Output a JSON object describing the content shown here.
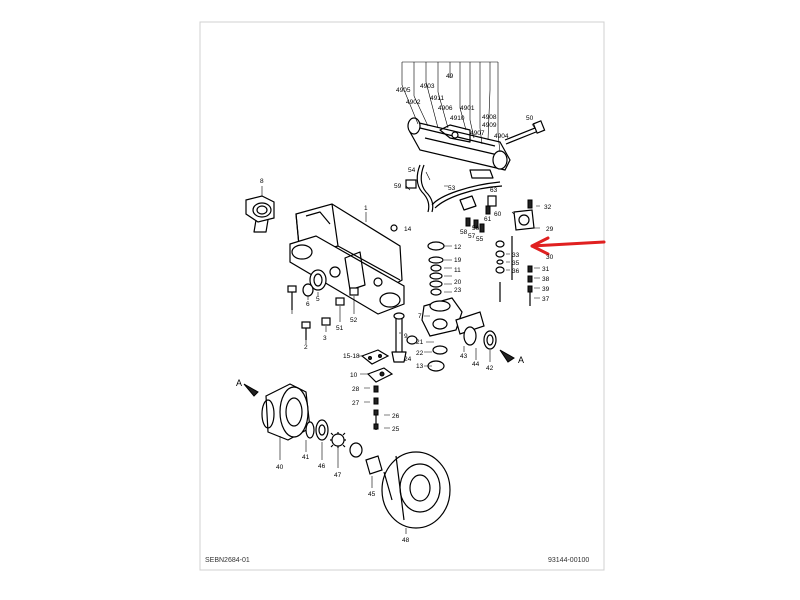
{
  "diagram": {
    "footer_left": "SEBN2684-01",
    "footer_right": "93144-00100",
    "section_marker": "A",
    "pointer_arrow_color": "#e02020",
    "labels": {
      "p1": "1",
      "p2": "2",
      "p3": "3",
      "p5": "5",
      "p6": "6",
      "p7": "7",
      "p8": "8",
      "p9": "9",
      "p10": "10",
      "p11": "11",
      "p12": "12",
      "p13": "13",
      "p14": "14",
      "p15_18": "15-18",
      "p19": "19",
      "p20": "20",
      "p21": "21",
      "p22": "22",
      "p23": "23",
      "p24": "24",
      "p25": "25",
      "p26": "26",
      "p27": "27",
      "p28": "28",
      "p29": "29",
      "p30": "30",
      "p31": "31",
      "p32": "32",
      "p33": "33",
      "p35": "35",
      "p36": "36",
      "p37": "37",
      "p38": "38",
      "p39": "39",
      "p40": "40",
      "p41": "41",
      "p42": "42",
      "p43": "43",
      "p44": "44",
      "p45": "45",
      "p46": "46",
      "p47": "47",
      "p48": "48",
      "p49": "49",
      "p50": "50",
      "p51": "51",
      "p52": "52",
      "p53": "53",
      "p54": "54",
      "p55": "55",
      "p56": "56",
      "p57": "57",
      "p58": "58",
      "p59": "59",
      "p60": "60",
      "p61": "61",
      "p63": "63",
      "p4901": "4901",
      "p4902": "4902",
      "p4903": "4903",
      "p4904": "4904",
      "p4905": "4905",
      "p4906": "4906",
      "p4907": "4907",
      "p4908": "4908",
      "p4909": "4909",
      "p4910": "4910",
      "p4911": "4911"
    }
  }
}
